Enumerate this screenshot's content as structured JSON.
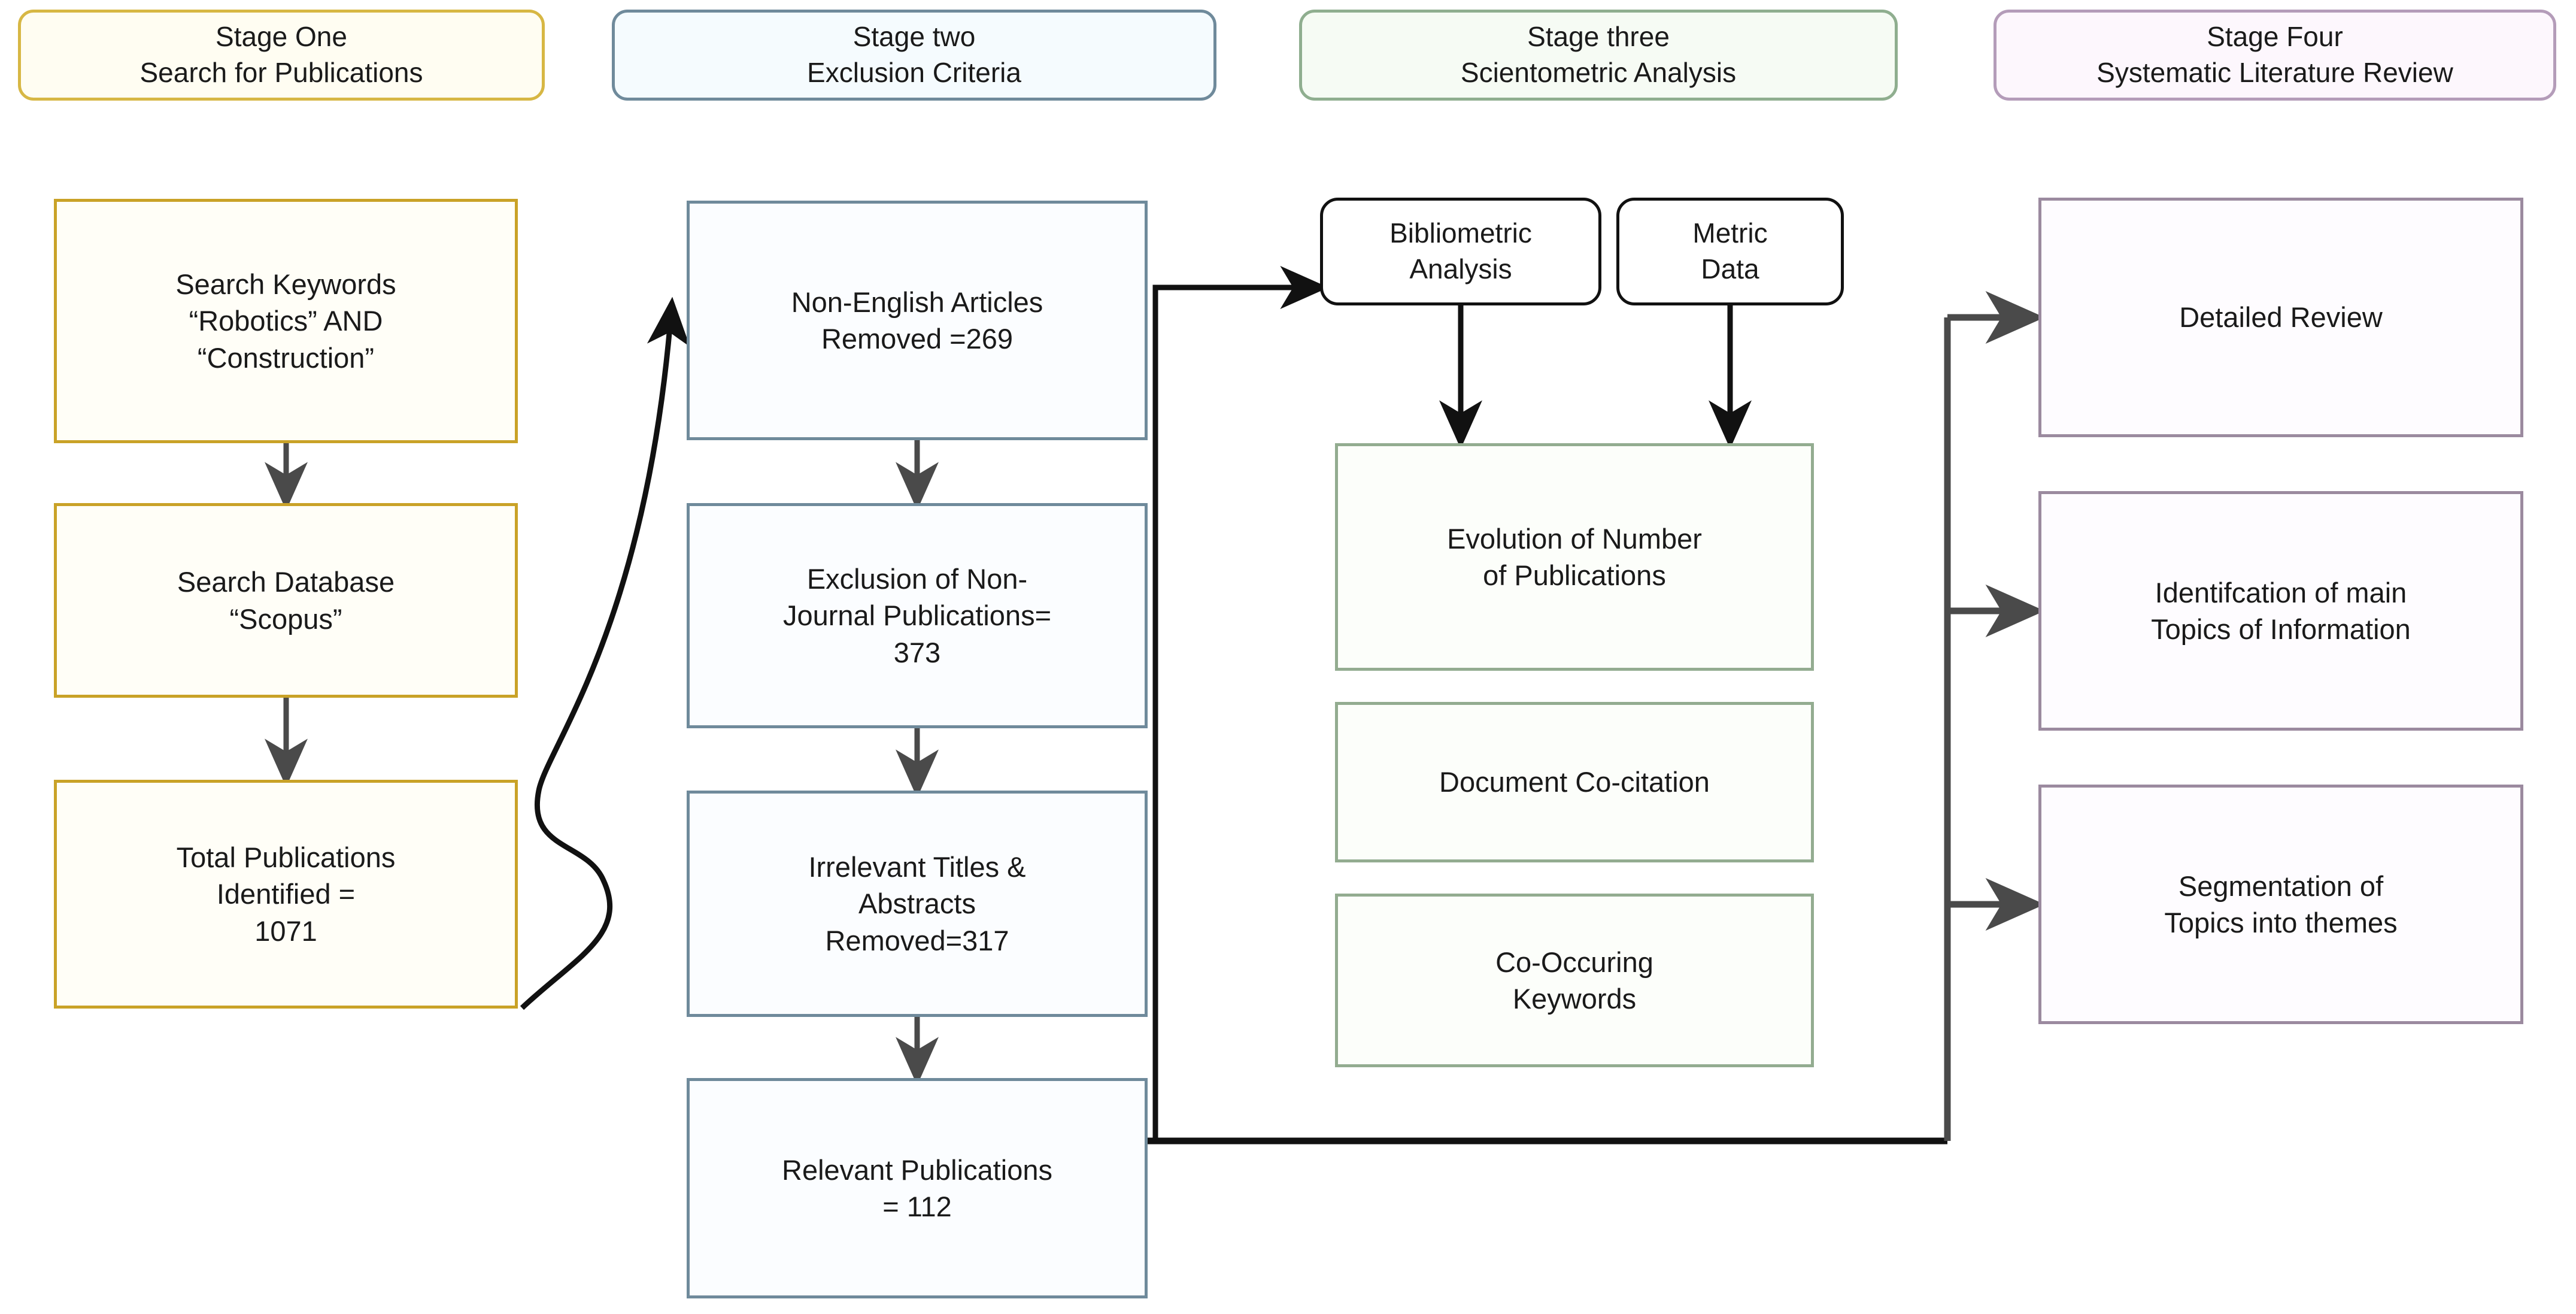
{
  "diagram": {
    "title": "Four-stage systematic literature review flowchart",
    "colors": {
      "stage_one": "#d7b744",
      "stage_two": "#6f8a9b",
      "stage_three": "#8fae8f",
      "stage_four": "#b49cb9",
      "connector": "#555555",
      "connector_dark": "#111111"
    }
  },
  "headers": [
    {
      "id": "stage-one",
      "line1": "Stage One",
      "line2": "Search for Publications"
    },
    {
      "id": "stage-two",
      "line1": "Stage two",
      "line2": "Exclusion Criteria"
    },
    {
      "id": "stage-three",
      "line1": "Stage three",
      "line2": "Scientometric Analysis"
    },
    {
      "id": "stage-four",
      "line1": "Stage Four",
      "line2": "Systematic Literature Review"
    }
  ],
  "stage_one": {
    "nodes": [
      {
        "id": "search-keywords",
        "text": "Search Keywords\n“Robotics” AND\n“Construction”"
      },
      {
        "id": "search-database",
        "text": "Search Database\n“Scopus”"
      },
      {
        "id": "total-publications",
        "text": "Total Publications\nIdentified =\n1071"
      }
    ]
  },
  "stage_two": {
    "nodes": [
      {
        "id": "non-english-articles",
        "text": "Non-English Articles\nRemoved =269"
      },
      {
        "id": "exclusion-non-journal",
        "text": "Exclusion of Non-\nJournal Publications=\n373"
      },
      {
        "id": "irrelevant-titles",
        "text": "Irrelevant Titles &\nAbstracts\nRemoved=317"
      },
      {
        "id": "relevant-publications",
        "text": "Relevant Publications\n= 112"
      }
    ]
  },
  "stage_three": {
    "inputs": [
      {
        "id": "bibliometric-analysis",
        "text": "Bibliometric\nAnalysis"
      },
      {
        "id": "metric-data",
        "text": "Metric\nData"
      }
    ],
    "nodes": [
      {
        "id": "evolution-of-publications",
        "text": "Evolution of Number\nof Publications"
      },
      {
        "id": "document-co-citation",
        "text": "Document Co-citation"
      },
      {
        "id": "co-occuring-keywords",
        "text": "Co-Occuring\nKeywords"
      }
    ]
  },
  "stage_four": {
    "nodes": [
      {
        "id": "detailed-review",
        "text": "Detailed Review"
      },
      {
        "id": "identification-of-main",
        "text": "Identifcation of main\nTopics of Information"
      },
      {
        "id": "segmentation-of-topics",
        "text": "Segmentation of\nTopics into themes"
      }
    ]
  }
}
